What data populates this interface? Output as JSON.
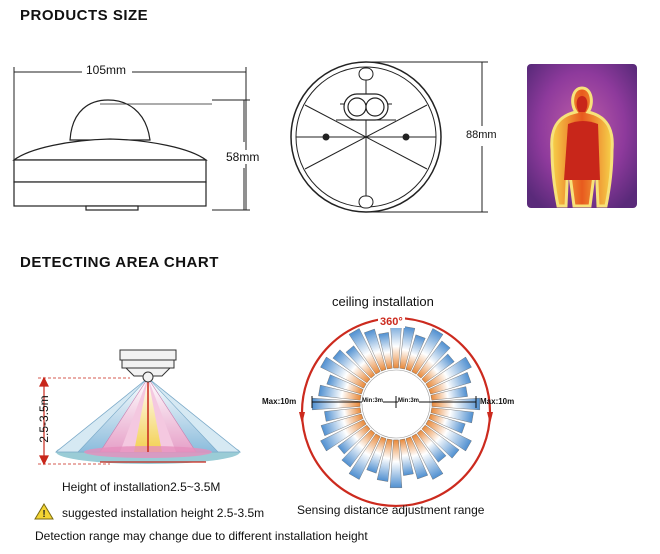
{
  "sections": {
    "products_size": "PRODUCTS SIZE",
    "detecting_area": "DETECTING AREA CHART"
  },
  "dimensions": {
    "width": "105mm",
    "height": "58mm",
    "diameter": "88mm"
  },
  "ceiling": {
    "title": "ceiling installation",
    "angle": "360°",
    "max_left": "Max:10m",
    "max_right": "Max:10m",
    "min_left": "Min:3m",
    "min_right": "Min:3m"
  },
  "side_chart": {
    "height_label": "2.5-3.5m"
  },
  "captions": {
    "height_install": "Height of installation2.5~3.5M",
    "suggested": "suggested installation height 2.5-3.5m",
    "sensing": "Sensing distance adjustment range",
    "note": "Detection range may change due to different installation height"
  },
  "colors": {
    "ring_red": "#cc2a1e",
    "beam_blue": "#4f8fd0",
    "beam_orange": "#e8893a",
    "thermal_purple": "#8a3aa0"
  }
}
